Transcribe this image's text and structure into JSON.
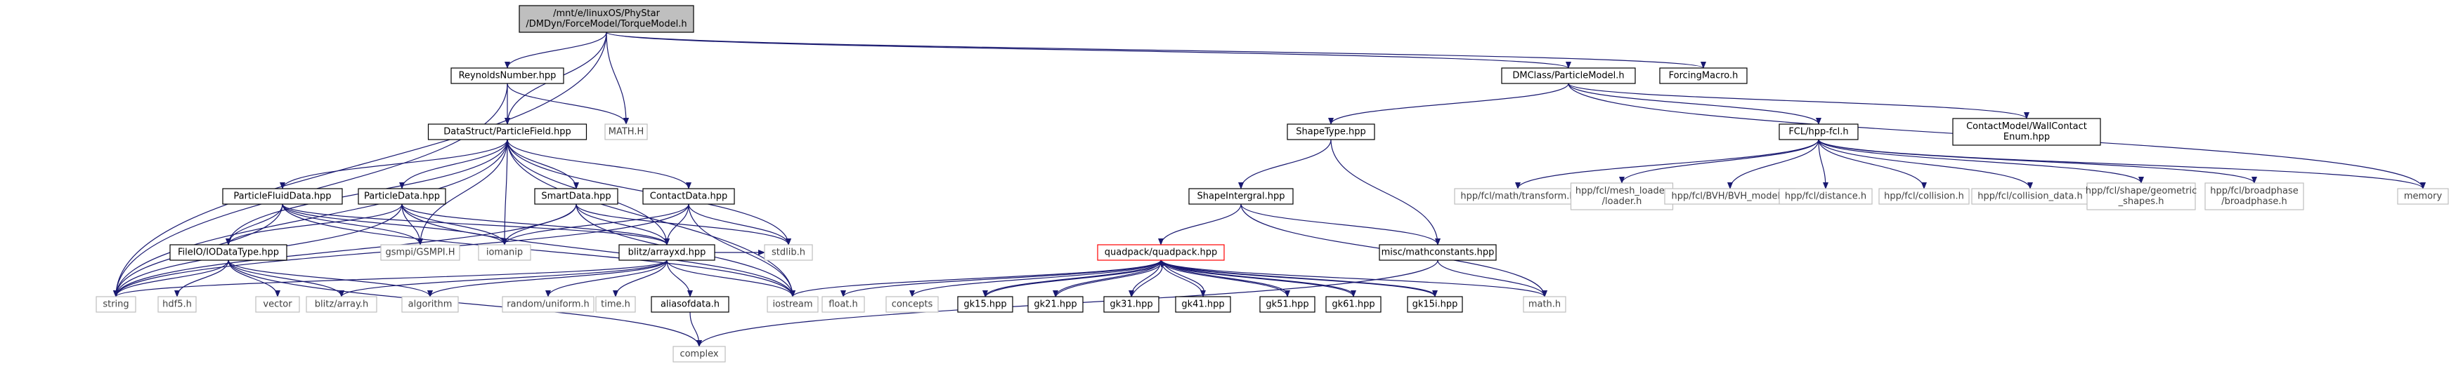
{
  "graph": {
    "edge_color": "#191970",
    "nodes": {
      "root": {
        "lines": [
          "/mnt/e/linuxOS/PhyStar",
          "/DMDyn/ForceModel/TorqueModel.h"
        ],
        "style": "root"
      },
      "reynolds": {
        "lines": [
          "ReynoldsNumber.hpp"
        ],
        "style": "black"
      },
      "dmclass": {
        "lines": [
          "DMClass/ParticleModel.h"
        ],
        "style": "black"
      },
      "forcingmacro": {
        "lines": [
          "ForcingMacro.h"
        ],
        "style": "black"
      },
      "particlefield": {
        "lines": [
          "DataStruct/ParticleField.hpp"
        ],
        "style": "black"
      },
      "math_h": {
        "lines": [
          "MATH.H"
        ],
        "style": "gray"
      },
      "shapetype": {
        "lines": [
          "ShapeType.hpp"
        ],
        "style": "black"
      },
      "fclhpp": {
        "lines": [
          "FCL/hpp-fcl.h"
        ],
        "style": "black"
      },
      "wallcontact": {
        "lines": [
          "ContactModel/WallContact",
          "Enum.hpp"
        ],
        "style": "black"
      },
      "particlefluiddata": {
        "lines": [
          "ParticleFluidData.hpp"
        ],
        "style": "black"
      },
      "particledata": {
        "lines": [
          "ParticleData.hpp"
        ],
        "style": "black"
      },
      "smartdata": {
        "lines": [
          "SmartData.hpp"
        ],
        "style": "black"
      },
      "contactdata": {
        "lines": [
          "ContactData.hpp"
        ],
        "style": "black"
      },
      "shapeintergral": {
        "lines": [
          "ShapeIntergral.hpp"
        ],
        "style": "black"
      },
      "fcl_transform": {
        "lines": [
          "hpp/fcl/math/transform.h"
        ],
        "style": "gray"
      },
      "fcl_mesh": {
        "lines": [
          "hpp/fcl/mesh_loader",
          "/loader.h"
        ],
        "style": "gray"
      },
      "fcl_bvh": {
        "lines": [
          "hpp/fcl/BVH/BVH_model.h"
        ],
        "style": "gray"
      },
      "fcl_distance": {
        "lines": [
          "hpp/fcl/distance.h"
        ],
        "style": "gray"
      },
      "fcl_collision": {
        "lines": [
          "hpp/fcl/collision.h"
        ],
        "style": "gray"
      },
      "fcl_collision_data": {
        "lines": [
          "hpp/fcl/collision_data.h"
        ],
        "style": "gray"
      },
      "fcl_shape": {
        "lines": [
          "hpp/fcl/shape/geometric",
          "_shapes.h"
        ],
        "style": "gray"
      },
      "fcl_broadphase": {
        "lines": [
          "hpp/fcl/broadphase",
          "/broadphase.h"
        ],
        "style": "gray"
      },
      "memory": {
        "lines": [
          "memory"
        ],
        "style": "gray"
      },
      "fileio": {
        "lines": [
          "FileIO/IODataType.hpp"
        ],
        "style": "black"
      },
      "gsmpi": {
        "lines": [
          "gsmpi/GSMPI.H"
        ],
        "style": "gray"
      },
      "iomanip": {
        "lines": [
          "iomanip"
        ],
        "style": "gray"
      },
      "blitz_arrayxd": {
        "lines": [
          "blitz/arrayxd.hpp"
        ],
        "style": "black"
      },
      "stdlib": {
        "lines": [
          "stdlib.h"
        ],
        "style": "gray"
      },
      "quadpack": {
        "lines": [
          "quadpack/quadpack.hpp"
        ],
        "style": "red"
      },
      "mathconstants": {
        "lines": [
          "misc/mathconstants.hpp"
        ],
        "style": "black"
      },
      "string": {
        "lines": [
          "string"
        ],
        "style": "gray"
      },
      "hdf5": {
        "lines": [
          "hdf5.h"
        ],
        "style": "gray"
      },
      "vector": {
        "lines": [
          "vector"
        ],
        "style": "gray"
      },
      "blitz_array": {
        "lines": [
          "blitz/array.h"
        ],
        "style": "gray"
      },
      "algorithm": {
        "lines": [
          "algorithm"
        ],
        "style": "gray"
      },
      "random_uniform": {
        "lines": [
          "random/uniform.h"
        ],
        "style": "gray"
      },
      "time_h": {
        "lines": [
          "time.h"
        ],
        "style": "gray"
      },
      "aliasofdata": {
        "lines": [
          "aliasofdata.h"
        ],
        "style": "black"
      },
      "iostream": {
        "lines": [
          "iostream"
        ],
        "style": "gray"
      },
      "float_h": {
        "lines": [
          "float.h"
        ],
        "style": "gray"
      },
      "concepts": {
        "lines": [
          "concepts"
        ],
        "style": "gray"
      },
      "gk15": {
        "lines": [
          "gk15.hpp"
        ],
        "style": "black"
      },
      "gk21": {
        "lines": [
          "gk21.hpp"
        ],
        "style": "black"
      },
      "gk31": {
        "lines": [
          "gk31.hpp"
        ],
        "style": "black"
      },
      "gk41": {
        "lines": [
          "gk41.hpp"
        ],
        "style": "black"
      },
      "gk51": {
        "lines": [
          "gk51.hpp"
        ],
        "style": "black"
      },
      "gk61": {
        "lines": [
          "gk61.hpp"
        ],
        "style": "black"
      },
      "gk15i": {
        "lines": [
          "gk15i.hpp"
        ],
        "style": "black"
      },
      "math_h2": {
        "lines": [
          "math.h"
        ],
        "style": "gray"
      },
      "complex": {
        "lines": [
          "complex"
        ],
        "style": "gray"
      }
    },
    "edges": [
      [
        "root",
        "reynolds"
      ],
      [
        "root",
        "particlefield"
      ],
      [
        "root",
        "math_h"
      ],
      [
        "root",
        "dmclass"
      ],
      [
        "root",
        "forcingmacro"
      ],
      [
        "root",
        "string"
      ],
      [
        "reynolds",
        "particlefield"
      ],
      [
        "reynolds",
        "math_h"
      ],
      [
        "reynolds",
        "string"
      ],
      [
        "dmclass",
        "shapetype"
      ],
      [
        "dmclass",
        "fclhpp"
      ],
      [
        "dmclass",
        "wallcontact"
      ],
      [
        "dmclass",
        "memory"
      ],
      [
        "shapetype",
        "shapeintergral"
      ],
      [
        "shapetype",
        "mathconstants"
      ],
      [
        "fclhpp",
        "fcl_transform"
      ],
      [
        "fclhpp",
        "fcl_mesh"
      ],
      [
        "fclhpp",
        "fcl_bvh"
      ],
      [
        "fclhpp",
        "fcl_distance"
      ],
      [
        "fclhpp",
        "fcl_collision"
      ],
      [
        "fclhpp",
        "fcl_collision_data"
      ],
      [
        "fclhpp",
        "fcl_shape"
      ],
      [
        "fclhpp",
        "fcl_broadphase"
      ],
      [
        "fclhpp",
        "memory"
      ],
      [
        "particlefield",
        "particlefluiddata"
      ],
      [
        "particlefield",
        "particledata"
      ],
      [
        "particlefield",
        "smartdata"
      ],
      [
        "particlefield",
        "contactdata"
      ],
      [
        "particlefield",
        "fileio"
      ],
      [
        "particlefield",
        "gsmpi"
      ],
      [
        "particlefield",
        "iomanip"
      ],
      [
        "particlefield",
        "blitz_arrayxd"
      ],
      [
        "particlefield",
        "stdlib"
      ],
      [
        "particlefield",
        "iostream"
      ],
      [
        "particlefield",
        "string"
      ],
      [
        "particlefluiddata",
        "fileio"
      ],
      [
        "particlefluiddata",
        "iomanip"
      ],
      [
        "particlefluiddata",
        "gsmpi"
      ],
      [
        "particlefluiddata",
        "blitz_arrayxd"
      ],
      [
        "particlefluiddata",
        "string"
      ],
      [
        "particlefluiddata",
        "iostream"
      ],
      [
        "particledata",
        "fileio"
      ],
      [
        "particledata",
        "gsmpi"
      ],
      [
        "particledata",
        "iomanip"
      ],
      [
        "particledata",
        "blitz_arrayxd"
      ],
      [
        "particledata",
        "string"
      ],
      [
        "particledata",
        "iostream"
      ],
      [
        "smartdata",
        "blitz_arrayxd"
      ],
      [
        "smartdata",
        "iomanip"
      ],
      [
        "smartdata",
        "stdlib"
      ],
      [
        "smartdata",
        "string"
      ],
      [
        "smartdata",
        "iostream"
      ],
      [
        "contactdata",
        "blitz_arrayxd"
      ],
      [
        "contactdata",
        "iomanip"
      ],
      [
        "contactdata",
        "stdlib"
      ],
      [
        "contactdata",
        "iostream"
      ],
      [
        "contactdata",
        "string"
      ],
      [
        "fileio",
        "string"
      ],
      [
        "fileio",
        "hdf5"
      ],
      [
        "fileio",
        "vector"
      ],
      [
        "fileio",
        "blitz_array"
      ],
      [
        "fileio",
        "algorithm"
      ],
      [
        "fileio",
        "complex"
      ],
      [
        "blitz_arrayxd",
        "blitz_array"
      ],
      [
        "blitz_arrayxd",
        "random_uniform"
      ],
      [
        "blitz_arrayxd",
        "time_h"
      ],
      [
        "blitz_arrayxd",
        "aliasofdata"
      ],
      [
        "blitz_arrayxd",
        "iostream"
      ],
      [
        "blitz_arrayxd",
        "string"
      ],
      [
        "blitz_arrayxd",
        "algorithm"
      ],
      [
        "blitz_arrayxd",
        "stdlib"
      ],
      [
        "aliasofdata",
        "complex"
      ],
      [
        "shapeintergral",
        "quadpack"
      ],
      [
        "shapeintergral",
        "mathconstants"
      ],
      [
        "shapeintergral",
        "math_h2"
      ],
      [
        "mathconstants",
        "math_h2"
      ],
      [
        "mathconstants",
        "complex"
      ],
      [
        "quadpack",
        "float_h"
      ],
      [
        "quadpack",
        "concepts"
      ],
      [
        "quadpack",
        "iostream"
      ],
      [
        "quadpack",
        "math_h2"
      ],
      [
        "quadpack",
        "gk15"
      ],
      [
        "quadpack",
        "gk21"
      ],
      [
        "quadpack",
        "gk31"
      ],
      [
        "quadpack",
        "gk41"
      ],
      [
        "quadpack",
        "gk51"
      ],
      [
        "quadpack",
        "gk61"
      ],
      [
        "quadpack",
        "gk15i"
      ],
      [
        "gk15",
        "quadpack"
      ],
      [
        "gk21",
        "quadpack"
      ],
      [
        "gk31",
        "quadpack"
      ],
      [
        "gk41",
        "quadpack"
      ],
      [
        "gk51",
        "quadpack"
      ],
      [
        "gk61",
        "quadpack"
      ],
      [
        "gk15i",
        "quadpack"
      ]
    ]
  }
}
